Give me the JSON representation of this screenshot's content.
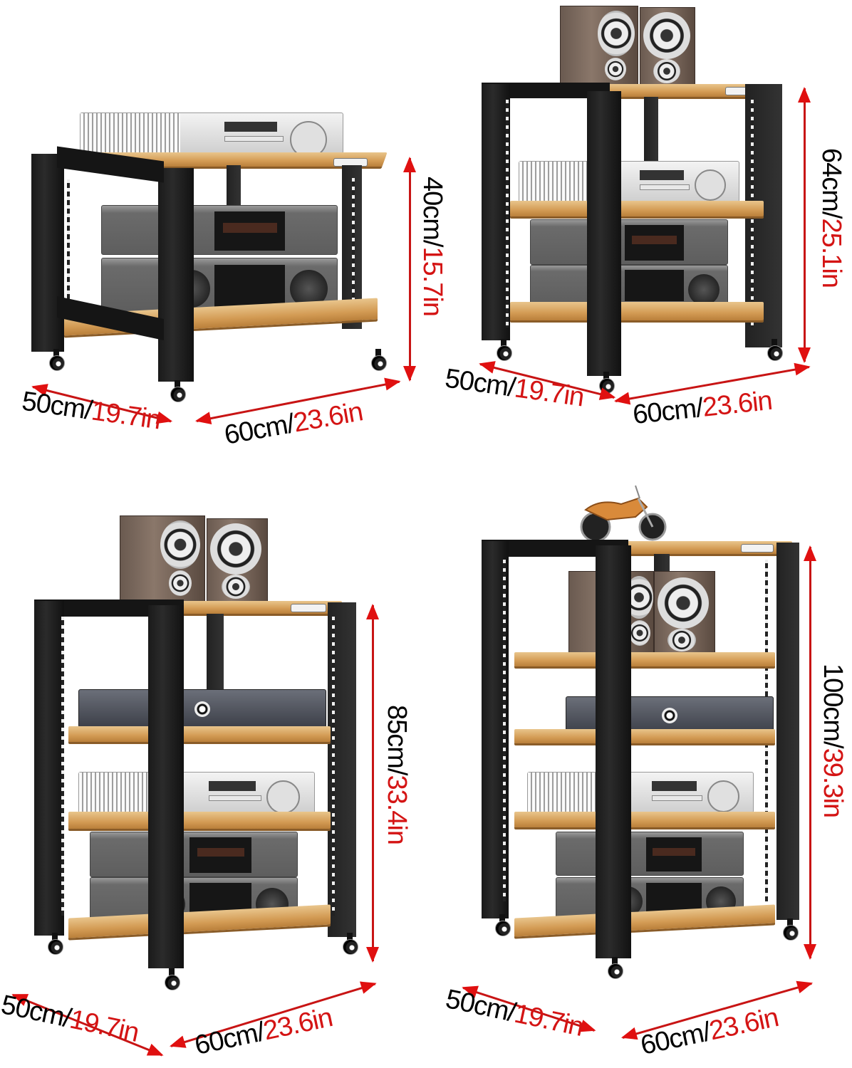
{
  "image": {
    "description": "Audio equipment rack product dimension diagram, four size variants",
    "colors": {
      "frame": "#1a1a1a",
      "wood": "#d39b54",
      "arrow": "#e01010",
      "metric_text": "#000000",
      "imperial_text": "#d41414"
    }
  },
  "variants": [
    {
      "id": "2-tier",
      "height": {
        "cm": "40cm/",
        "in": "15.7in"
      },
      "depth": {
        "cm": "50cm/",
        "in": "19.7in"
      },
      "width": {
        "cm": "60cm/",
        "in": "23.6in"
      },
      "items_shown": [
        "cd-player",
        "amplifier-stack"
      ]
    },
    {
      "id": "3-tier",
      "height": {
        "cm": "64cm/",
        "in": "25.1in"
      },
      "depth": {
        "cm": "50cm/",
        "in": "19.7in"
      },
      "width": {
        "cm": "60cm/",
        "in": "23.6in"
      },
      "items_shown": [
        "speakers",
        "cd-player",
        "amplifier-stack"
      ]
    },
    {
      "id": "4-tier",
      "height": {
        "cm": "85cm/",
        "in": "33.4in"
      },
      "depth": {
        "cm": "50cm/",
        "in": "19.7in"
      },
      "width": {
        "cm": "60cm/",
        "in": "23.6in"
      },
      "items_shown": [
        "speakers",
        "tuner",
        "cd-player",
        "amplifier-stack"
      ]
    },
    {
      "id": "5-tier",
      "height": {
        "cm": "100cm/",
        "in": "39.3in"
      },
      "depth": {
        "cm": "50cm/",
        "in": "19.7in"
      },
      "width": {
        "cm": "60cm/",
        "in": "23.6in"
      },
      "items_shown": [
        "motorcycle-model",
        "speakers",
        "tuner",
        "cd-player",
        "amplifier-stack"
      ]
    }
  ]
}
